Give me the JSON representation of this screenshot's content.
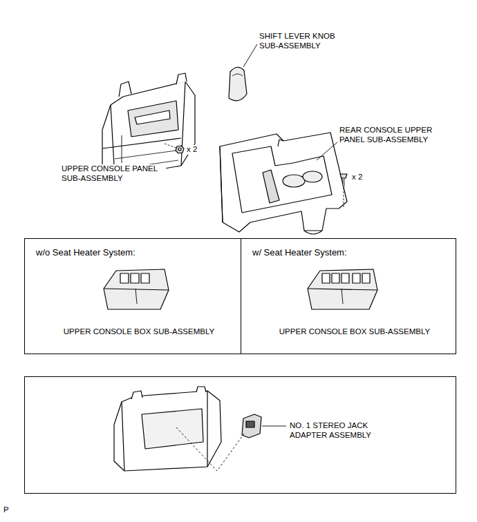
{
  "diagram": {
    "nodes": [
      {
        "text": [
          "w/o Seat Heater System:",
          "UPPER CONSOLE BOX SUB-ASSEMBLY"
        ]
      },
      {
        "text": [
          "w/ Seat Heater System:",
          "UPPER CONSOLE BOX SUB-ASSEMBLY"
        ]
      },
      {
        "text": [
          "NO. 1 STEREO JACK ADAPTER ASSEMBLY"
        ]
      }
    ],
    "labels": [
      "SHIFT LEVER KNOB SUB-ASSEMBLY",
      "REAR CONSOLE UPPER PANEL SUB-ASSEMBLY",
      "x 2",
      "x 2",
      "UPPER CONSOLE PANEL SUB-ASSEMBLY",
      "P"
    ]
  }
}
